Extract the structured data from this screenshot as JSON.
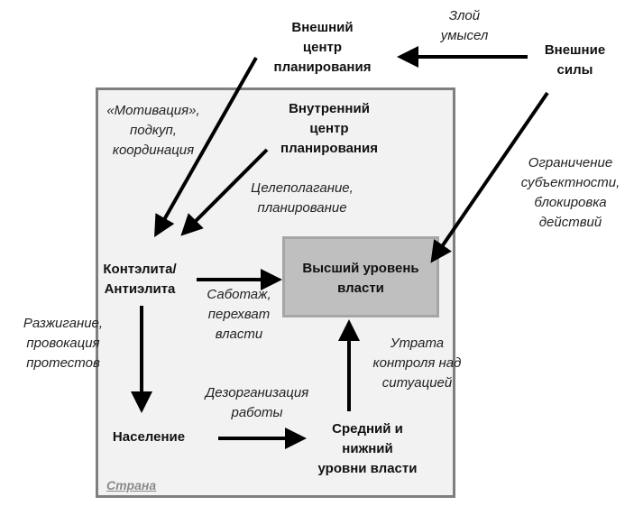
{
  "diagram": {
    "nodes": {
      "external_center": "Внешний\nцентр\nпланирования",
      "external_forces": "Внешние\nсилы",
      "internal_center": "Внутренний\nцентр\nпланирования",
      "counter_elite": "Контэлита/\nАнтиэлита",
      "top_power": "Высший уровень\nвласти",
      "population": "Население",
      "mid_low_power": "Средний и\nнижний\nуровни власти"
    },
    "labels": {
      "malice": "Злой\nумысел",
      "motivation": "«Мотивация»,\nподкуп,\nкоординация",
      "goal_setting": "Целеполагание,\nпланирование",
      "restriction": "Ограничение\nсубъектности,\nблокировка\nдействий",
      "sabotage": "Саботаж,\nперехват\nвласти",
      "incitement": "Разжигание,\nпровокация\nпротестов",
      "loss_control": "Утрата\nконтроля над\nситуацией",
      "disorganization": "Дезорганизация\nработы"
    },
    "container_label": "Страна",
    "colors": {
      "container_fill": "#f2f2f2",
      "container_border": "#7f7f7f",
      "top_power_fill": "#bfbfbf",
      "arrow": "#000000"
    }
  }
}
